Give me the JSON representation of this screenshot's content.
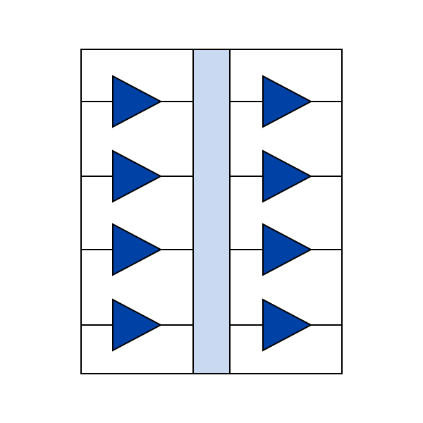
{
  "diagram": {
    "colors": {
      "background": "#ffffff",
      "stroke": "#000000",
      "amplifier_fill": "#0041a6",
      "center_bar_fill": "#c8d9f1"
    },
    "rows": 4,
    "columns": [
      {
        "side": "left",
        "amplifiers": 4,
        "direction": "right"
      },
      {
        "side": "right",
        "amplifiers": 4,
        "direction": "right"
      }
    ],
    "amplifier_icon": "triangle-buffer-icon"
  }
}
